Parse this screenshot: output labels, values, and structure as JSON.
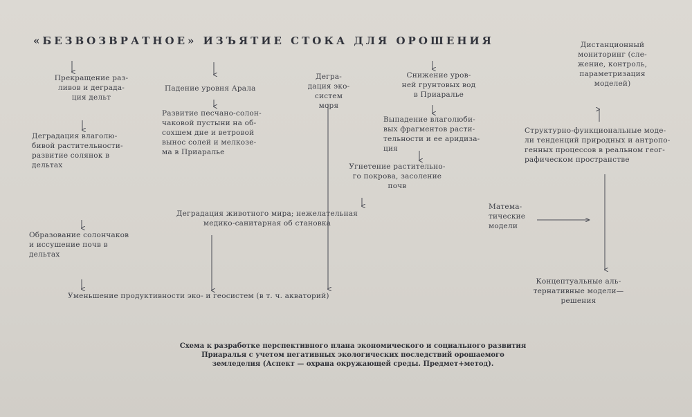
{
  "title": "«БЕЗВОЗВРАТНОЕ» ИЗЪЯТИЕ СТОКА ДЛЯ ОРОШЕНИЯ",
  "nodes": {
    "delta_flood_stop": "Прекращение раз-\nливов и деграда-\nция дельт",
    "aral_level_drop": "Падение уровня Арала",
    "sea_ecosystem_degradation": "Дегра-\nдация эко-\nсистем моря",
    "groundwater_drop": "Снижение уров-\nней грунтовых вод\nв Приаралье",
    "remote_monitoring": "Дистанционный\nмониторинг (сле-\nжение, контроль,\nпараметризация\nмоделей)",
    "riparian_vegetation_degradation": "Деградация влаголю-\nбивой растительности-\nразвитие солянок в\nдельтах",
    "sand_salt_desert": "Развитие песчано-солон-\nчаковой пустыни на об-\nсохшем дне и ветровой\nвынос солей и мелкозе-\nма в Приаралье",
    "moisture_vegetation_loss": "Выпадение влаголюби-\nвых фрагментов расти-\nтельности и ее аридиза-\nция",
    "structural_functional_models": "Структурно-функциональные моде-\nли тенденций природных и антропо-\nгенных процессов в реальном геог-\nрафическом пространстве",
    "plant_cover_oppression": "Угнетение растительно-\nго покрова, засоление\nпочв",
    "mathematical_models": "Матема-\nтические\nмодели",
    "fauna_degradation": "Деградация животного мира; нежелательная\nмедико-санитарная об становка",
    "solonchak_formation": "Образование солончаков\nи иссушение почв в\nдельтах",
    "productivity_decrease": "Уменьшение продуктивности эко- и геосистем (в т. ч. акваторий)",
    "conceptual_models": "Концептуальные аль-\nтернативные модели—\nрешения"
  },
  "caption": "Схема к разработке перспективного плана экономического и социального развития\nПриаралья с учетом негативных экологических последствий орошаемого\nземледелия (Аспект — охрана окружающей среды. Предмет+метод)."
}
